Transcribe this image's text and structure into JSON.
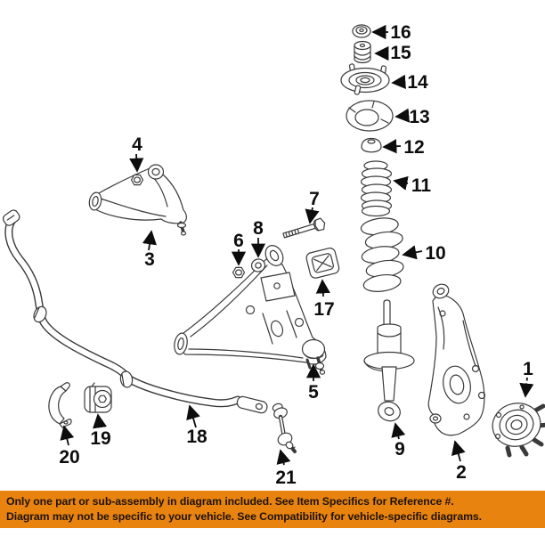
{
  "diagram": {
    "type": "exploded-parts-diagram",
    "subject": "front-suspension",
    "callouts": {
      "1": "1",
      "2": "2",
      "3": "3",
      "4": "4",
      "5": "5",
      "6": "6",
      "7": "7",
      "8": "8",
      "9": "9",
      "10": "10",
      "11": "11",
      "12": "12",
      "13": "13",
      "14": "14",
      "15": "15",
      "16": "16",
      "17": "17",
      "18": "18",
      "19": "19",
      "20": "20",
      "21": "21"
    }
  },
  "banner": {
    "line1": "Only one part or sub-assembly in diagram included. See Item Specifics for Reference #.",
    "line2": "Diagram may not be specific to your vehicle. See Compatibility for vehicle-specific diagrams.",
    "background_color": "#E8830F",
    "text_color": "#1E1205"
  },
  "colors": {
    "line_art": "#3A3A3A",
    "callout_text": "#0D0D0D",
    "page_background": "#FFFFFF"
  }
}
